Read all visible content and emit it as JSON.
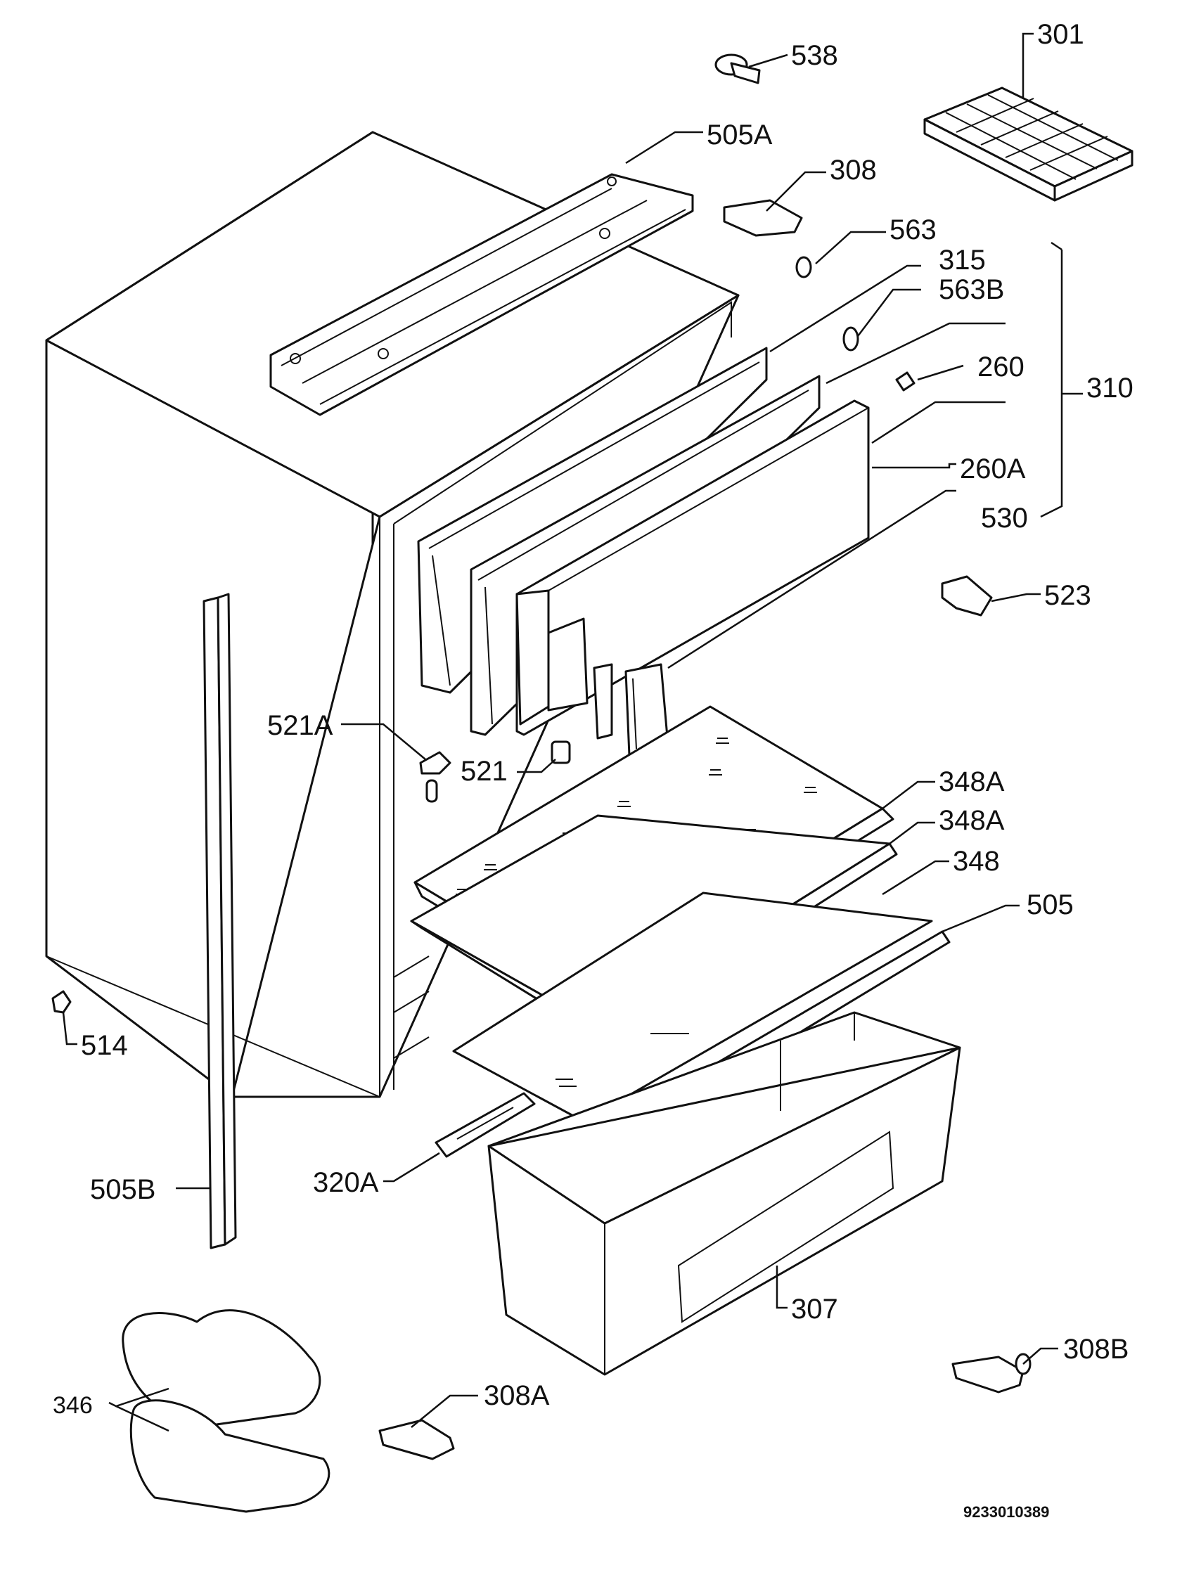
{
  "callouts": {
    "c301": "301",
    "c538": "538",
    "c505A": "505A",
    "c308": "308",
    "c563": "563",
    "c315": "315",
    "c563B": "563B",
    "c260": "260",
    "c310": "310",
    "c260A": "260A",
    "c530": "530",
    "c523": "523",
    "c521A": "521A",
    "c521": "521",
    "c348A_1": "348A",
    "c348A_2": "348A",
    "c348": "348",
    "c505": "505",
    "c514": "514",
    "c320A": "320A",
    "c505B": "505B",
    "c307": "307",
    "c308B": "308B",
    "c346": "346",
    "c308A": "308A"
  },
  "document_number": "9233010389"
}
